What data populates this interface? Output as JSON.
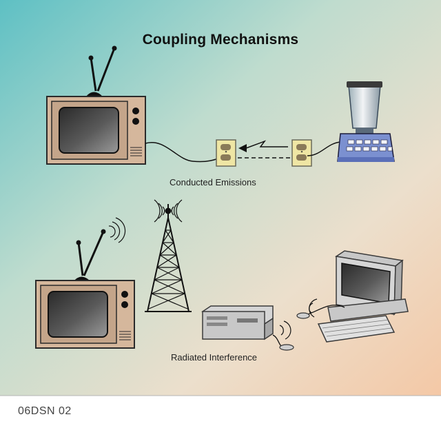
{
  "title": "Coupling Mechanisms",
  "labels": {
    "conducted": "Conducted Emissions",
    "radiated": "Radiated Interference"
  },
  "figure_code": "06DSN 02",
  "icons": [
    "television-icon",
    "blender-icon",
    "wall-outlet-icon",
    "radio-tower-icon",
    "computer-icon",
    "computer-tower-icon",
    "mouse-icon"
  ]
}
